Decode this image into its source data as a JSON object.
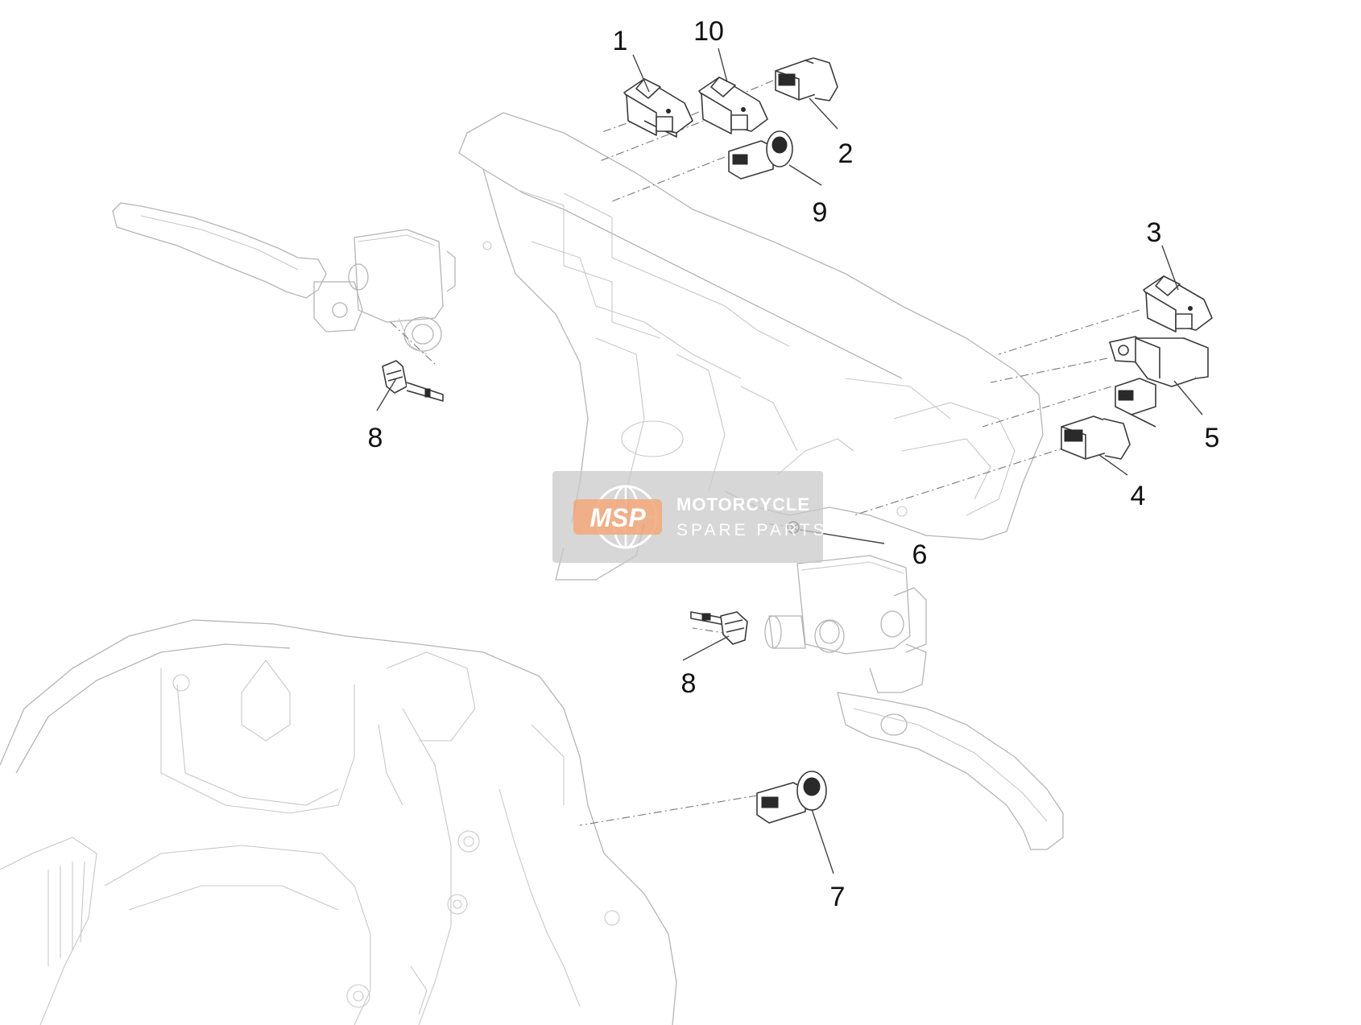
{
  "diagram": {
    "callouts": [
      {
        "id": "c1",
        "label": "1"
      },
      {
        "id": "c10",
        "label": "10"
      },
      {
        "id": "c2",
        "label": "2"
      },
      {
        "id": "c9",
        "label": "9"
      },
      {
        "id": "c3",
        "label": "3"
      },
      {
        "id": "c5",
        "label": "5"
      },
      {
        "id": "c4",
        "label": "4"
      },
      {
        "id": "c6",
        "label": "6"
      },
      {
        "id": "c8a",
        "label": "8"
      },
      {
        "id": "c8b",
        "label": "8"
      },
      {
        "id": "c7",
        "label": "7"
      }
    ]
  },
  "watermark": {
    "logo": "MSP",
    "line1": "MOTORCYCLE",
    "line2": "SPARE PARTS",
    "accent_color": "#f0a070",
    "box_color": "#c8c8c8"
  }
}
